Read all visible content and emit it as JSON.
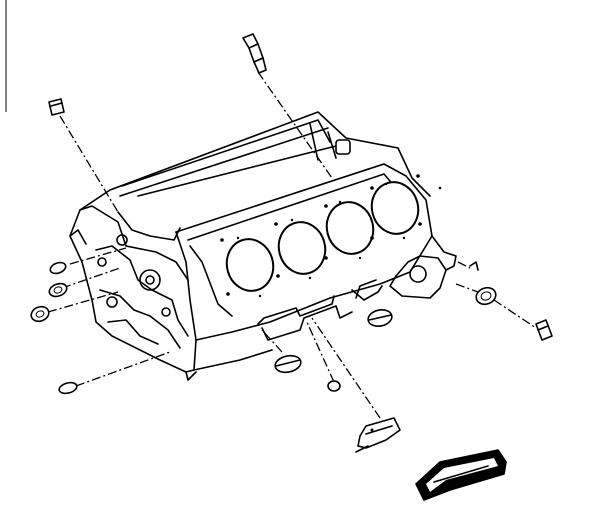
{
  "diagram": {
    "type": "exploded-view line drawing",
    "parts": [
      "engine-block",
      "cylinder-bore-1",
      "cylinder-bore-2",
      "cylinder-bore-3",
      "cylinder-bore-4",
      "top-rear-sensor",
      "top-left-sensor",
      "left-plug-upper",
      "left-plug-middle",
      "left-plug-lower",
      "left-lower-sensor",
      "core-plug-left",
      "core-plug-right",
      "bottom-sensor",
      "right-plug",
      "right-sensor",
      "view-arrow"
    ],
    "colors": {
      "line": "#000000",
      "background": "#ffffff"
    }
  }
}
